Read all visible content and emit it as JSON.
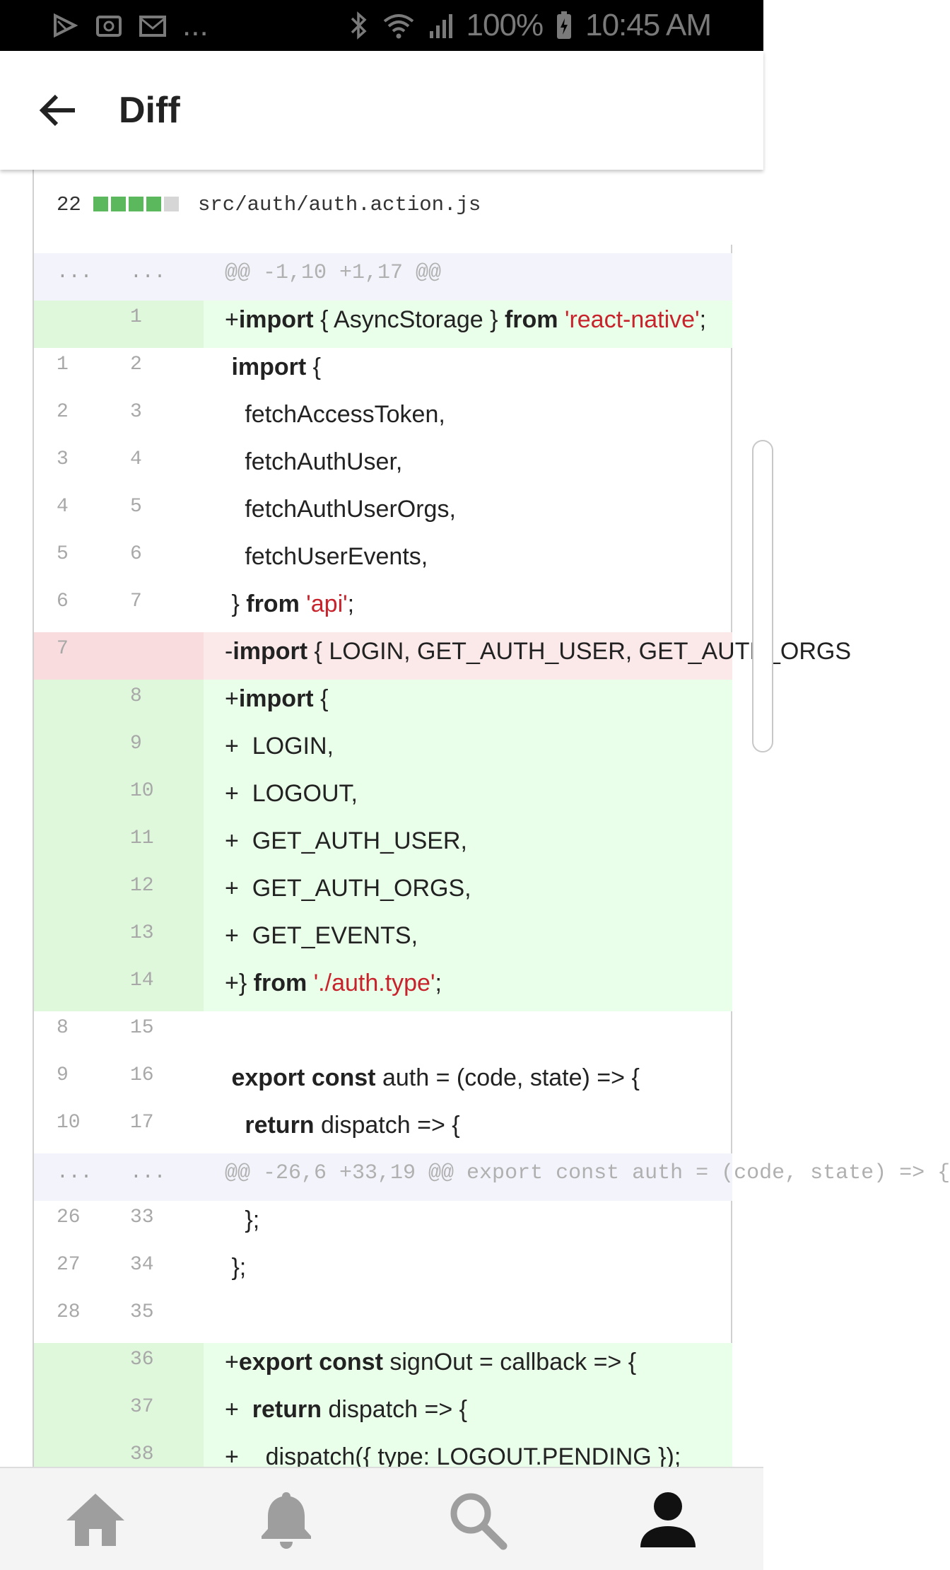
{
  "status_bar": {
    "battery": "100%",
    "time": "10:45 AM",
    "overflow": "..."
  },
  "header": {
    "title": "Diff"
  },
  "file": {
    "changes": "22",
    "name": "src/auth/auth.action.js",
    "bar_segments": [
      {
        "kind": "add",
        "color": "#5cb85c"
      },
      {
        "kind": "add",
        "color": "#5cb85c"
      },
      {
        "kind": "add",
        "color": "#5cb85c"
      },
      {
        "kind": "add",
        "color": "#5cb85c"
      },
      {
        "kind": "neutral",
        "color": "#d6d6d6"
      }
    ]
  },
  "colors": {
    "add_bg": "#eaffe9",
    "del_bg": "#fbe9ea",
    "hunk_bg": "#f3f4fb",
    "string": "#c8232c"
  },
  "lines": [
    {
      "type": "hunk",
      "old": "...",
      "new": "...",
      "text": "@@ -1,10 +1,17 @@"
    },
    {
      "type": "add",
      "old": "",
      "new": "1",
      "segs": [
        [
          "+",
          "n"
        ],
        [
          "import",
          "k"
        ],
        [
          " { AsyncStorage } ",
          "n"
        ],
        [
          "from",
          "k"
        ],
        [
          " ",
          "n"
        ],
        [
          "'react-native'",
          "s"
        ],
        [
          ";",
          "n"
        ]
      ]
    },
    {
      "type": "ctx",
      "old": "1",
      "new": "2",
      "segs": [
        [
          " ",
          "n"
        ],
        [
          "import",
          "k"
        ],
        [
          " {",
          "n"
        ]
      ]
    },
    {
      "type": "ctx",
      "old": "2",
      "new": "3",
      "segs": [
        [
          "   fetchAccessToken,",
          "n"
        ]
      ]
    },
    {
      "type": "ctx",
      "old": "3",
      "new": "4",
      "segs": [
        [
          "   fetchAuthUser,",
          "n"
        ]
      ]
    },
    {
      "type": "ctx",
      "old": "4",
      "new": "5",
      "segs": [
        [
          "   fetchAuthUserOrgs,",
          "n"
        ]
      ]
    },
    {
      "type": "ctx",
      "old": "5",
      "new": "6",
      "segs": [
        [
          "   fetchUserEvents,",
          "n"
        ]
      ]
    },
    {
      "type": "ctx",
      "old": "6",
      "new": "7",
      "segs": [
        [
          " } ",
          "n"
        ],
        [
          "from",
          "k"
        ],
        [
          " ",
          "n"
        ],
        [
          "'api'",
          "s"
        ],
        [
          ";",
          "n"
        ]
      ]
    },
    {
      "type": "del",
      "old": "7",
      "new": "",
      "segs": [
        [
          "-",
          "n"
        ],
        [
          "import",
          "k"
        ],
        [
          " { LOGIN, GET_AUTH_USER, GET_AUTH_ORGS",
          "n"
        ]
      ]
    },
    {
      "type": "add",
      "old": "",
      "new": "8",
      "segs": [
        [
          "+",
          "n"
        ],
        [
          "import",
          "k"
        ],
        [
          " {",
          "n"
        ]
      ]
    },
    {
      "type": "add",
      "old": "",
      "new": "9",
      "segs": [
        [
          "+  LOGIN,",
          "n"
        ]
      ]
    },
    {
      "type": "add",
      "old": "",
      "new": "10",
      "segs": [
        [
          "+  LOGOUT,",
          "n"
        ]
      ]
    },
    {
      "type": "add",
      "old": "",
      "new": "11",
      "segs": [
        [
          "+  GET_AUTH_USER,",
          "n"
        ]
      ]
    },
    {
      "type": "add",
      "old": "",
      "new": "12",
      "segs": [
        [
          "+  GET_AUTH_ORGS,",
          "n"
        ]
      ]
    },
    {
      "type": "add",
      "old": "",
      "new": "13",
      "segs": [
        [
          "+  GET_EVENTS,",
          "n"
        ]
      ]
    },
    {
      "type": "add",
      "old": "",
      "new": "14",
      "segs": [
        [
          "+} ",
          "n"
        ],
        [
          "from",
          "k"
        ],
        [
          " ",
          "n"
        ],
        [
          "'./auth.type'",
          "s"
        ],
        [
          ";",
          "n"
        ]
      ]
    },
    {
      "type": "ctx",
      "old": "8",
      "new": "15",
      "segs": [
        [
          "",
          "n"
        ]
      ]
    },
    {
      "type": "ctx",
      "old": "9",
      "new": "16",
      "segs": [
        [
          " ",
          "n"
        ],
        [
          "export",
          "k"
        ],
        [
          " ",
          "n"
        ],
        [
          "const",
          "k"
        ],
        [
          " auth = (code, state) => {",
          "n"
        ]
      ]
    },
    {
      "type": "ctx",
      "old": "10",
      "new": "17",
      "segs": [
        [
          "   ",
          "n"
        ],
        [
          "return",
          "k"
        ],
        [
          " dispatch => {",
          "n"
        ]
      ]
    },
    {
      "type": "hunk",
      "old": "...",
      "new": "...",
      "text": "@@ -26,6 +33,19 @@ export const auth = (code, state) => {"
    },
    {
      "type": "ctx",
      "old": "26",
      "new": "33",
      "segs": [
        [
          "   };",
          "n"
        ]
      ]
    },
    {
      "type": "ctx",
      "old": "27",
      "new": "34",
      "segs": [
        [
          " };",
          "n"
        ]
      ]
    },
    {
      "type": "ctx",
      "old": "28",
      "new": "35",
      "segs": [
        [
          "",
          "n"
        ]
      ]
    },
    {
      "type": "add",
      "old": "",
      "new": "36",
      "segs": [
        [
          "+",
          "n"
        ],
        [
          "export",
          "k"
        ],
        [
          " ",
          "n"
        ],
        [
          "const",
          "k"
        ],
        [
          " signOut = callback => {",
          "n"
        ]
      ]
    },
    {
      "type": "add",
      "old": "",
      "new": "37",
      "segs": [
        [
          "+  ",
          "n"
        ],
        [
          "return",
          "k"
        ],
        [
          " dispatch => {",
          "n"
        ]
      ]
    },
    {
      "type": "add",
      "old": "",
      "new": "38",
      "segs": [
        [
          "+    dispatch({ type: LOGOUT.PENDING });",
          "n"
        ]
      ]
    }
  ],
  "bottom_nav": [
    {
      "name": "home",
      "icon": "home-icon",
      "active": false
    },
    {
      "name": "notifications",
      "icon": "bell-icon",
      "active": false
    },
    {
      "name": "search",
      "icon": "search-icon",
      "active": false
    },
    {
      "name": "profile",
      "icon": "person-icon",
      "active": true
    }
  ]
}
